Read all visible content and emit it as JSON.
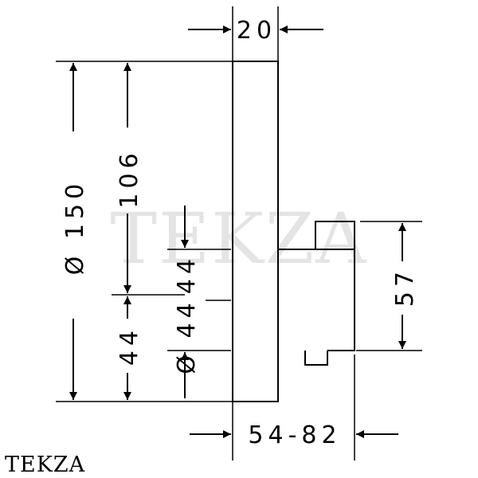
{
  "watermark": "TEKZA",
  "brand_label": "TEKZA",
  "dimensions": {
    "depth": "20",
    "plate_diameter": "Ø 150",
    "upper_height": "106",
    "lower_offset": "44",
    "body_diameter": "Ø 44",
    "body_height": "57",
    "projection": "54-82"
  }
}
